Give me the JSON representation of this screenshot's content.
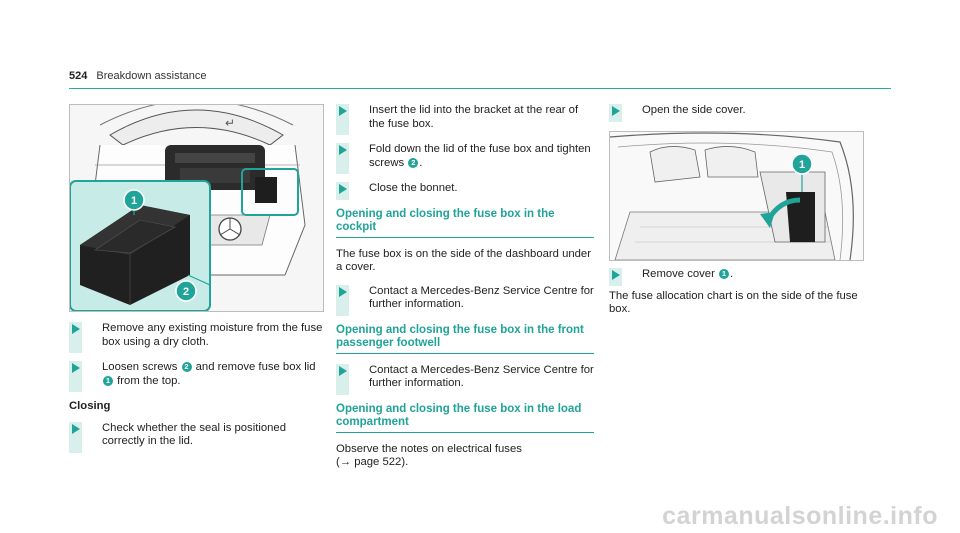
{
  "header": {
    "page_number": "524",
    "title": "Breakdown assistance"
  },
  "figure_left": {
    "callout_1": "1",
    "callout_2": "2",
    "emblem": "↵"
  },
  "figure_right": {
    "callout_1": "1"
  },
  "col1": {
    "step1": "Remove any existing moisture from the fuse box using a dry cloth.",
    "step2": {
      "pre": "Loosen screws",
      "num_a": "2",
      "mid": "and remove fuse box lid",
      "num_b": "1",
      "post": "from the top."
    },
    "closing_heading": "Closing",
    "step3": "Check whether the seal is positioned correctly in the lid."
  },
  "col2": {
    "step1": "Insert the lid into the bracket at the rear of the fuse box.",
    "step2": {
      "pre": "Fold down the lid of the fuse box and tighten screws",
      "num": "2",
      "post": "."
    },
    "step3": "Close the bonnet.",
    "heading_cockpit": "Opening and closing the fuse box in the cockpit",
    "para_cockpit": "The fuse box is on the side of the dashboard under a cover.",
    "step_cockpit": "Contact a Mercedes-Benz Service Centre for further information.",
    "heading_footwell": "Opening and closing the fuse box in the front passenger footwell",
    "step_footwell": "Contact a Mercedes-Benz Service Centre for further information.",
    "heading_load": "Opening and closing the fuse box in the load compartment",
    "para_load": "Observe the notes on electrical fuses",
    "para_load_ref": "(→ page 522)."
  },
  "col3": {
    "step1": "Open the side cover.",
    "step2": {
      "pre": "Remove cover",
      "num": "1",
      "post": "."
    },
    "para": "The fuse allocation chart is on the side of the fuse box."
  },
  "watermark": "carmanualsonline.info"
}
